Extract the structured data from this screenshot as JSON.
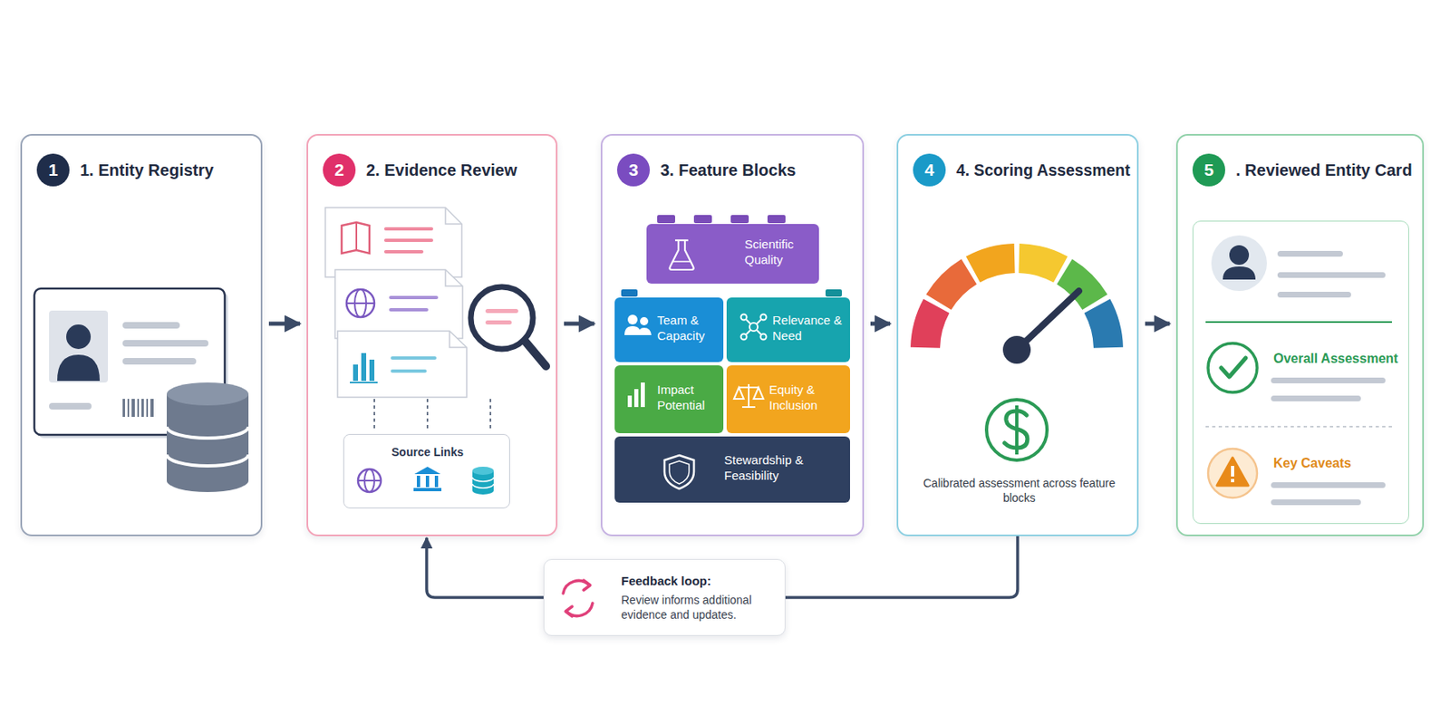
{
  "diagram": {
    "nodes": [
      {
        "text": [
          "1",
          "1. Entity Registry"
        ]
      },
      {
        "text": [
          "2",
          "2. Evidence Review"
        ]
      },
      {
        "text": [
          "Source Links"
        ],
        "in": 1
      },
      {
        "text": [
          "3",
          "3. Feature Blocks"
        ]
      },
      {
        "text": [
          "Scientific Quality"
        ],
        "in": 3
      },
      {
        "text": [
          "Team & Capacity"
        ],
        "in": 3
      },
      {
        "text": [
          "Relevance & Need"
        ],
        "in": 3
      },
      {
        "text": [
          "Impact Potential"
        ],
        "in": 3
      },
      {
        "text": [
          "Equity & Inclusion"
        ],
        "in": 3
      },
      {
        "text": [
          "Stewardship & Feasibility"
        ],
        "in": 3
      },
      {
        "text": [
          "4",
          "4. Scoring Assessment",
          "Calibrated assessment across feature blocks"
        ]
      },
      {
        "text": [
          "5",
          ". Reviewed Entity Card"
        ]
      },
      {
        "text": [
          "Overall Assessment",
          "Key Caveats"
        ],
        "in": 11
      },
      {
        "text": [
          "Feedback loop:",
          "Review informs additional evidence and updates."
        ]
      }
    ],
    "edges": [
      {
        "from": 0,
        "to": 1,
        "arrow": "to"
      },
      {
        "from": 1,
        "to": 3,
        "arrow": "to"
      },
      {
        "from": 3,
        "to": 10,
        "arrow": "to"
      },
      {
        "from": 10,
        "to": 11,
        "arrow": "to"
      },
      {
        "from": 10,
        "to": 13,
        "arrow": "none"
      },
      {
        "from": 13,
        "to": 1,
        "arrow": "to"
      }
    ]
  }
}
